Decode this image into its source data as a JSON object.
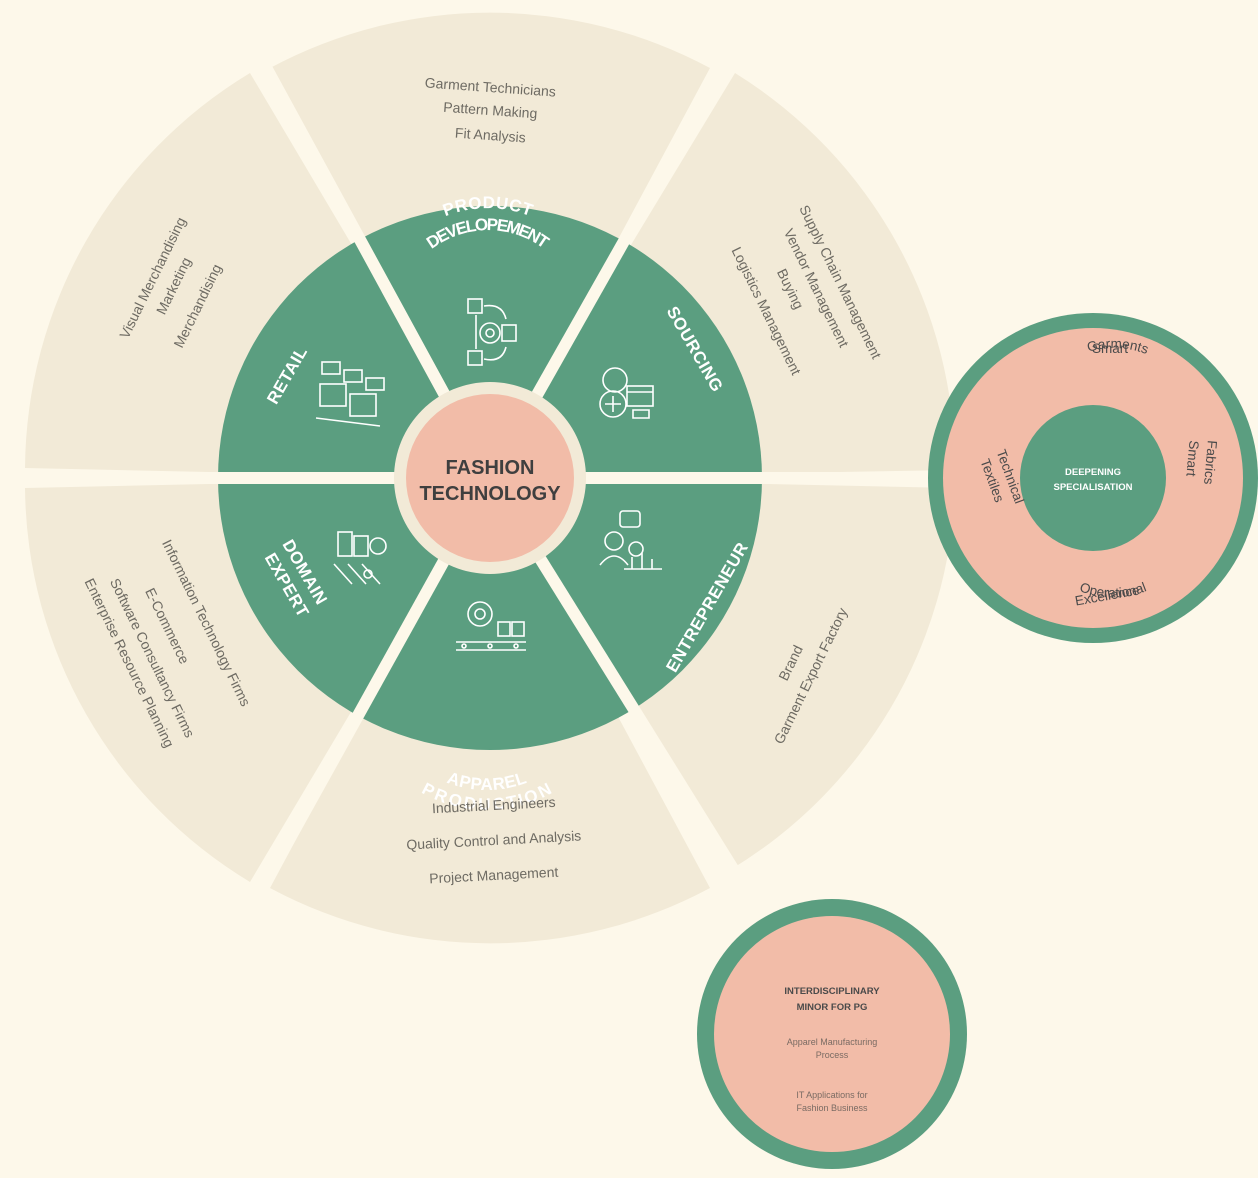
{
  "center": {
    "line1": "FASHION",
    "line2": "TECHNOLOGY"
  },
  "segments": [
    {
      "key": "product-development",
      "category": [
        "PRODUCT",
        "DEVELOPEMENT"
      ],
      "roles": [
        "Garment Technicians",
        "Pattern Making",
        "Fit Analysis"
      ],
      "icon": "product-development-icon"
    },
    {
      "key": "sourcing",
      "category": [
        "SOURCING"
      ],
      "roles": [
        "Supply Chain Management",
        "Vendor Management",
        "Buying",
        "Logistics Management"
      ],
      "icon": "sourcing-icon"
    },
    {
      "key": "entrepreneur",
      "category": [
        "ENTREPRENEUR"
      ],
      "roles": [
        "Brand",
        "Garment Export Factory"
      ],
      "icon": "entrepreneur-icon"
    },
    {
      "key": "apparel-production",
      "category": [
        "APPAREL",
        "PRODUCTION"
      ],
      "roles": [
        "Industrial Engineers",
        "Quality Control and Analysis",
        "Project Management"
      ],
      "icon": "apparel-production-icon"
    },
    {
      "key": "domain-expert",
      "category": [
        "DOMAIN",
        "EXPERT"
      ],
      "roles": [
        "Information Technology Firms",
        "E-Commerce",
        "Software Consultancy Firms",
        "Enterprise Resource Planning"
      ],
      "icon": "domain-expert-icon"
    },
    {
      "key": "retail",
      "category": [
        "RETAIL"
      ],
      "roles": [
        "Visual Merchandising",
        "Marketing",
        "Merchandising"
      ],
      "icon": "retail-icon"
    }
  ],
  "specialisation": {
    "core": [
      "DEEPENING",
      "SPECIALISATION"
    ],
    "smart_garments": [
      "Smart",
      "Garments"
    ],
    "smart_fabrics": [
      "Smart",
      "Fabrics"
    ],
    "operational_excellence": [
      "Operational",
      "Excellence"
    ],
    "technical_textiles": [
      "Technical",
      "Textiles"
    ]
  },
  "minor": {
    "title": [
      "INTERDISCIPLINARY",
      "MINOR FOR PG"
    ],
    "item1": [
      "Apparel Manufacturing",
      "Process"
    ],
    "item2": [
      "IT Applications for",
      "Fashion Business"
    ]
  },
  "colors": {
    "background": "#fdf8ea",
    "outer_ring": "#f2ead7",
    "green": "#5b9e80",
    "pink": "#f2bca8",
    "separator": "#fdf8ea"
  }
}
